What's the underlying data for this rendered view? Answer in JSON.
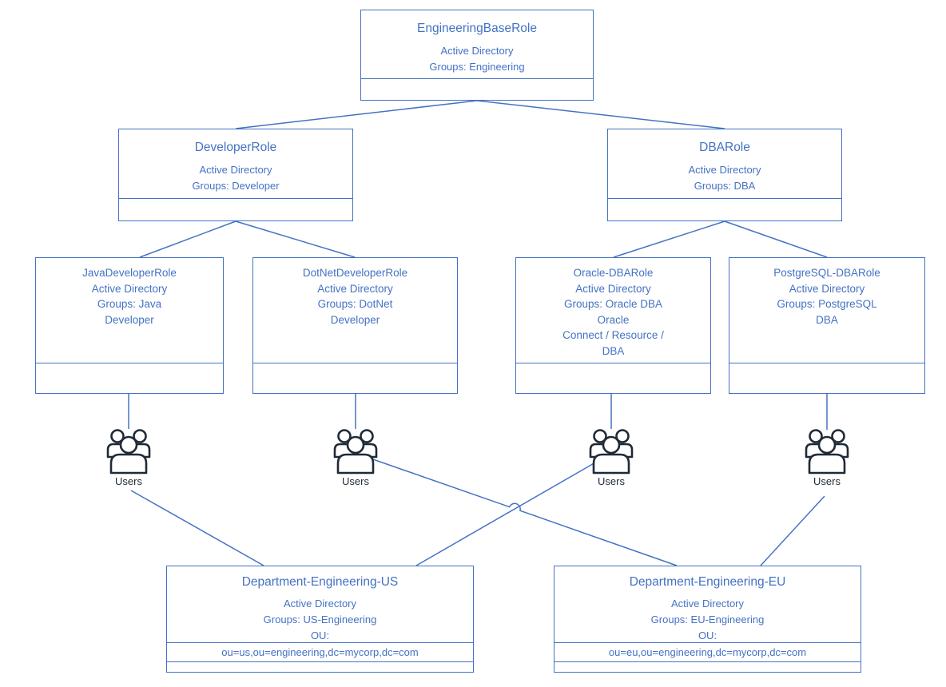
{
  "colors": {
    "line": "#4472C4",
    "text": "#4472C4",
    "icon": "#1F2A37",
    "background": "#FFFFFF"
  },
  "nodes": {
    "engineering_base_role": {
      "title": "EngineeringBaseRole",
      "body": [
        "Active Directory",
        "Groups: Engineering"
      ]
    },
    "developer_role": {
      "title": "DeveloperRole",
      "body": [
        "Active Directory",
        "Groups: Developer"
      ]
    },
    "dba_role": {
      "title": "DBARole",
      "body": [
        "Active Directory",
        "Groups: DBA"
      ]
    },
    "java_developer_role": {
      "body": [
        "JavaDeveloperRole",
        "Active Directory",
        "Groups: Java",
        "Developer"
      ]
    },
    "dotnet_developer_role": {
      "body": [
        "DotNetDeveloperRole",
        "Active Directory",
        "Groups: DotNet",
        "Developer"
      ]
    },
    "oracle_dba_role": {
      "body": [
        "Oracle-DBARole",
        "Active Directory",
        "Groups: Oracle DBA",
        "Oracle",
        "Connect / Resource /",
        "DBA"
      ]
    },
    "postgresql_dba_role": {
      "body": [
        "PostgreSQL-DBARole",
        "Active Directory",
        "Groups: PostgreSQL",
        "DBA"
      ]
    },
    "department_engineering_us": {
      "title": "Department-Engineering-US",
      "body": [
        "Active Directory",
        "Groups: US-Engineering",
        "OU:"
      ],
      "ou": "ou=us,ou=engineering,dc=mycorp,dc=com"
    },
    "department_engineering_eu": {
      "title": "Department-Engineering-EU",
      "body": [
        "Active Directory",
        "Groups: EU-Engineering",
        "OU:"
      ],
      "ou": "ou=eu,ou=engineering,dc=mycorp,dc=com"
    }
  },
  "users_groups": [
    {
      "label": "Users"
    },
    {
      "label": "Users"
    },
    {
      "label": "Users"
    },
    {
      "label": "Users"
    }
  ]
}
